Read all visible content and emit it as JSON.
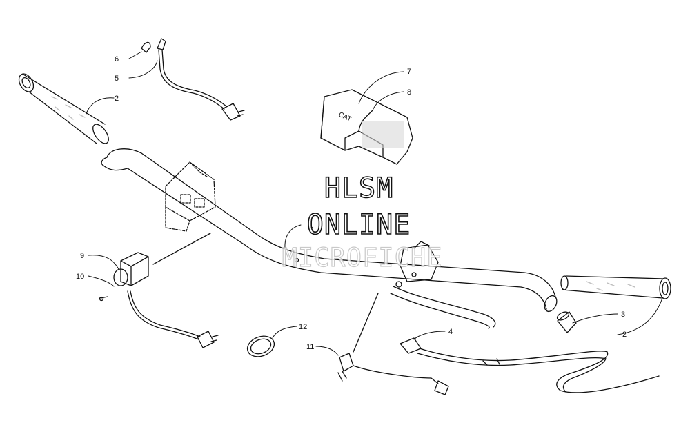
{
  "watermark": {
    "line1": "HLSM",
    "line2": "ONLINE",
    "line3": "MICROFICHE"
  },
  "callouts": [
    "1",
    "2",
    "2",
    "3",
    "4",
    "5",
    "6",
    "7",
    "8",
    "9",
    "10",
    "11",
    "12"
  ],
  "colors": {
    "ink": "#111111",
    "shade": "#bdbdbd",
    "watermark_light": "#bcbcbc"
  }
}
